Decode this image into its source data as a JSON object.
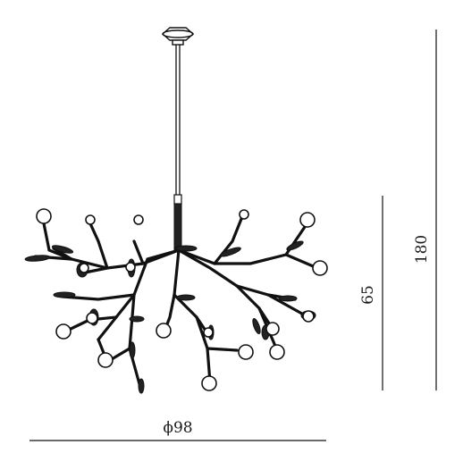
{
  "diagram": {
    "dimensions": {
      "width": "ϕ98",
      "body_height": "65",
      "overall_height": "180"
    }
  }
}
